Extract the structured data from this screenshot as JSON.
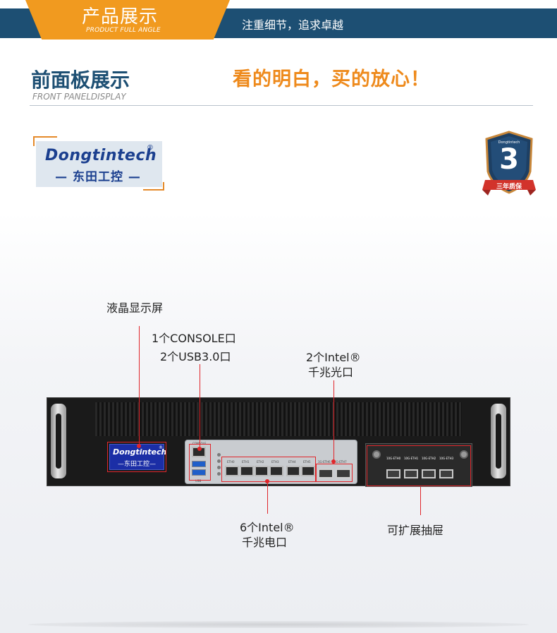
{
  "header": {
    "tab_title": "产品展示",
    "tab_subtitle": "PRODUCT FULL ANGLE",
    "slogan": "注重细节，追求卓越"
  },
  "section": {
    "title": "前面板展示",
    "subtitle": "FRONT PANELDISPLAY",
    "tagline": "看的明白，买的放心！"
  },
  "brand": {
    "name": "Dongtintech",
    "reg_mark": "®",
    "chinese_name": "— 东田工控 —"
  },
  "warranty_badge": {
    "brand": "Dongtintech",
    "number": "3",
    "text": "三年质保"
  },
  "callouts": {
    "lcd": "液晶显示屏",
    "console_line1": "1个CONSOLE口",
    "console_line2": "2个USB3.0口",
    "fiber_line1": "2个Intel®",
    "fiber_line2": "千兆光口",
    "copper_line1": "6个Intel®",
    "copper_line2": "千兆电口",
    "drawer": "可扩展抽屉"
  },
  "device": {
    "lcd_name": "Dongtintech",
    "lcd_reg": "®",
    "lcd_cn": "—东田工控—",
    "eth_labels": [
      "ETH0",
      "ETH1",
      "ETH2",
      "ETH3",
      "ETH4",
      "ETH5"
    ],
    "sfp_labels": [
      "1G-ETH6",
      "1G-ETH7"
    ],
    "drawer_labels": [
      "10G-ETH0",
      "10G-ETH1",
      "10G-ETH2",
      "10G-ETH3"
    ],
    "usb_label": "USB",
    "console_label": "CONSOLE"
  },
  "colors": {
    "header_blue": "#1d4f73",
    "accent_orange": "#f19a1f",
    "callout_red": "#e0262b",
    "brand_blue": "#1b3f8f"
  }
}
